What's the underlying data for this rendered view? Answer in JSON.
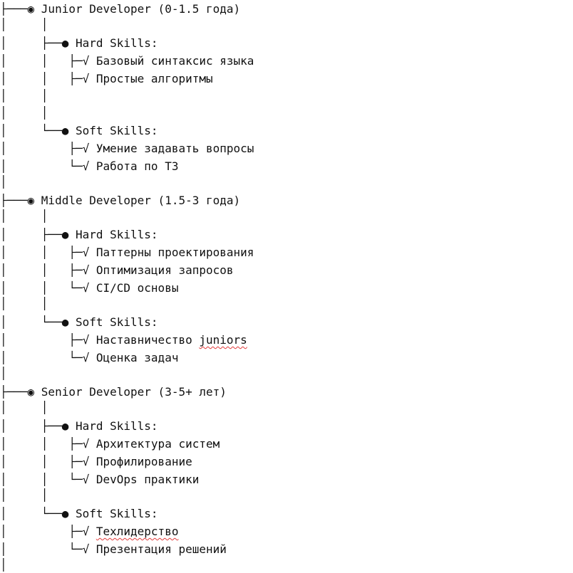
{
  "document": {
    "lines": [
      {
        "connector": "├───◉ ",
        "text": "Junior Developer (0-1.5 года)"
      },
      {
        "connector": "│     │",
        "text": ""
      },
      {
        "connector": "│     ├──● ",
        "text": "Hard Skills:"
      },
      {
        "connector": "│     │   ├─√ ",
        "text": "Базовый синтаксис языка"
      },
      {
        "connector": "│     │   ├─√ ",
        "text": "Простые алгоритмы"
      },
      {
        "connector": "│     │",
        "text": ""
      },
      {
        "connector": "│     │",
        "text": ""
      },
      {
        "connector": "│     └──● ",
        "text": "Soft Skills:"
      },
      {
        "connector": "│         ├─√ ",
        "text": "Умение задавать вопросы"
      },
      {
        "connector": "│         └─√ ",
        "text": "Работа по ТЗ"
      },
      {
        "connector": "│",
        "text": ""
      },
      {
        "connector": "├───◉ ",
        "text": "Middle Developer (1.5-3 года)"
      },
      {
        "connector": "│     │",
        "text": ""
      },
      {
        "connector": "│     ├──● ",
        "text": "Hard Skills:"
      },
      {
        "connector": "│     │   ├─√ ",
        "text": "Паттерны проектирования"
      },
      {
        "connector": "│     │   ├─√ ",
        "text": "Оптимизация запросов"
      },
      {
        "connector": "│     │   └─√ ",
        "text": "CI/CD основы"
      },
      {
        "connector": "│     │",
        "text": ""
      },
      {
        "connector": "│     └──● ",
        "text": "Soft Skills:"
      },
      {
        "connector": "│         ├─√ ",
        "text": "Наставничество ",
        "extra": "juniors"
      },
      {
        "connector": "│         └─√ ",
        "text": "Оценка задач"
      },
      {
        "connector": "│",
        "text": ""
      },
      {
        "connector": "├───◉ ",
        "text": "Senior Developer (3-5+ лет)"
      },
      {
        "connector": "│     │",
        "text": ""
      },
      {
        "connector": "│     ├──● ",
        "text": "Hard Skills:"
      },
      {
        "connector": "│     │   ├─√ ",
        "text": "Архитектура систем"
      },
      {
        "connector": "│     │   ├─√ ",
        "text": "Профилирование"
      },
      {
        "connector": "│     │   └─√ ",
        "text": "DevOps практики"
      },
      {
        "connector": "│     │",
        "text": ""
      },
      {
        "connector": "│     └──● ",
        "text": "Soft Skills:"
      },
      {
        "connector": "│         ├─√ ",
        "extra": "Техлидерство"
      },
      {
        "connector": "│         └─√ ",
        "text": "Презентация решений"
      },
      {
        "connector": "│",
        "text": ""
      }
    ]
  },
  "colors": {
    "text": "#111111",
    "spellcheck_underline": "#e23b3b",
    "background": "#ffffff"
  }
}
